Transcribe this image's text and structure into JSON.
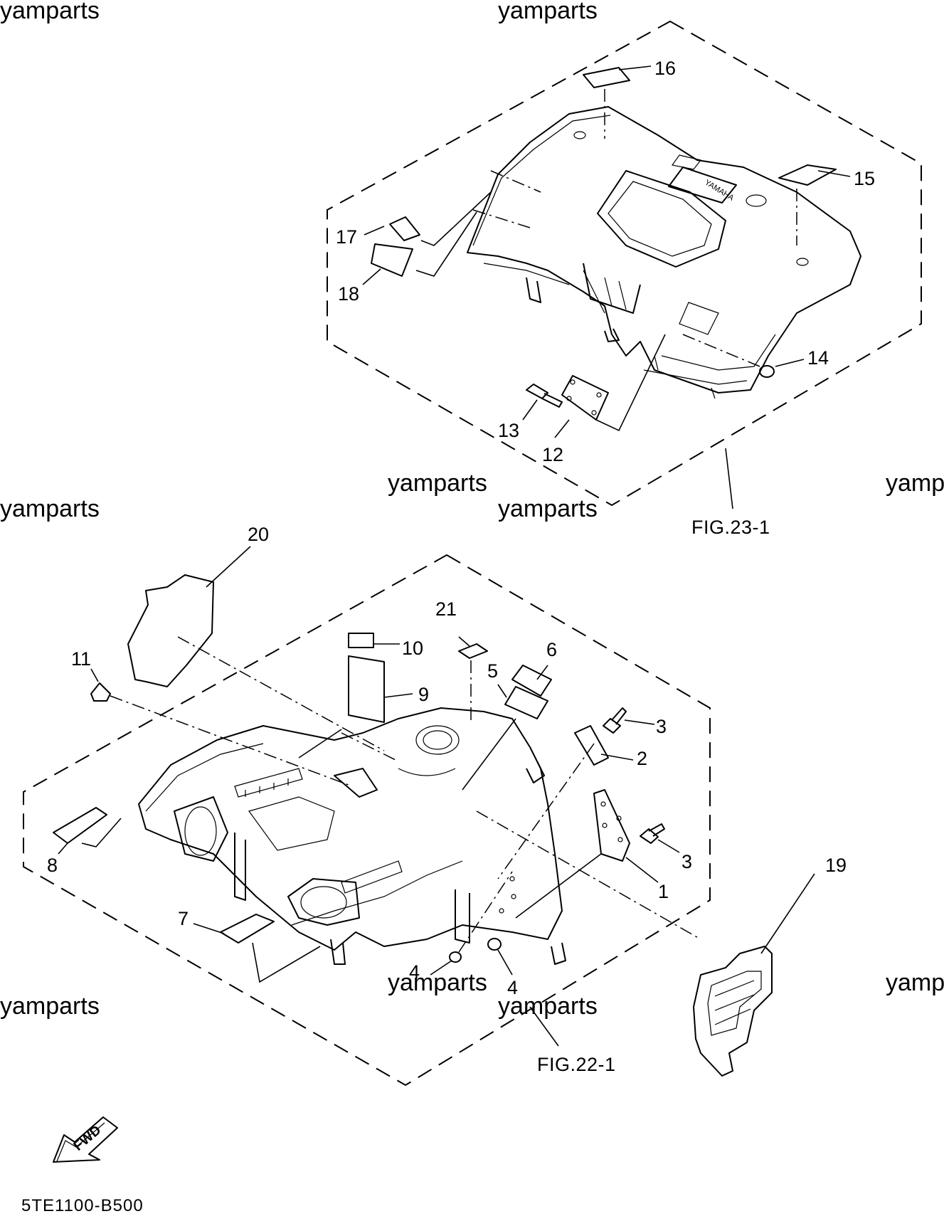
{
  "diagram": {
    "watermark": "yamparts",
    "drawing_code": "5TE1100-B500",
    "fwd_label": "FWD",
    "figure_refs": {
      "rear": "FIG.23-1",
      "front": "FIG.22-1"
    },
    "rear_fender_logo": "YAMAHA",
    "callouts": {
      "n1": "1",
      "n2": "2",
      "n3a": "3",
      "n3b": "3",
      "n4a": "4",
      "n4b": "4",
      "n5": "5",
      "n6": "6",
      "n7": "7",
      "n8": "8",
      "n9": "9",
      "n10": "10",
      "n11": "11",
      "n12": "12",
      "n13": "13",
      "n14": "14",
      "n15": "15",
      "n16": "16",
      "n17": "17",
      "n18": "18",
      "n19": "19",
      "n20": "20",
      "n21": "21"
    }
  }
}
